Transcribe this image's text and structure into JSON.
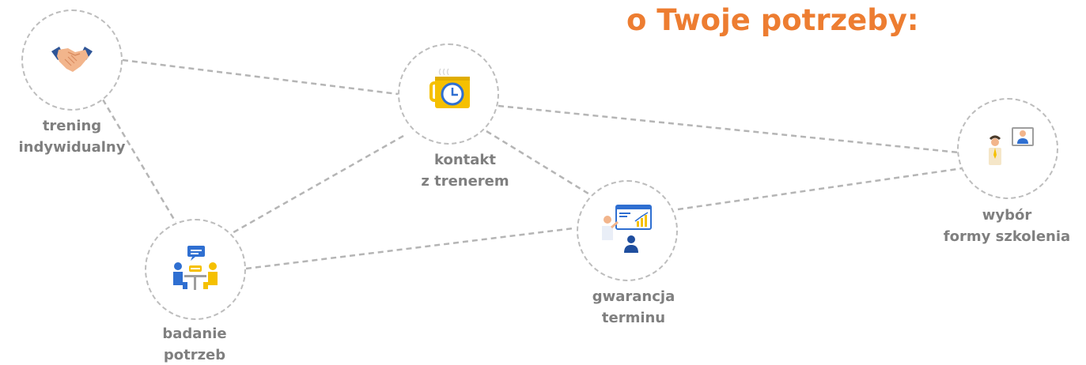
{
  "title": "o Twoje potrzeby:",
  "colors": {
    "accent_orange": "#ED7D31",
    "label_gray": "#7f7f7f",
    "dashed_line": "#b5b5b5",
    "icon_blue": "#2f6fd1",
    "icon_yellow": "#f5c000"
  },
  "nodes": [
    {
      "id": "trening",
      "icon": "handshake-icon",
      "label_lines": [
        "trening",
        "indywidualny"
      ]
    },
    {
      "id": "kontakt",
      "icon": "coffee-clock-icon",
      "label_lines": [
        "kontakt",
        "z trenerem"
      ]
    },
    {
      "id": "badanie",
      "icon": "meeting-icon",
      "label_lines": [
        "badanie",
        "potrzeb"
      ]
    },
    {
      "id": "gwarancja",
      "icon": "presentation-icon",
      "label_lines": [
        "gwarancja",
        "terminu"
      ]
    },
    {
      "id": "wybor",
      "icon": "video-call-icon",
      "label_lines": [
        "wybór",
        "formy szkolenia"
      ]
    }
  ]
}
